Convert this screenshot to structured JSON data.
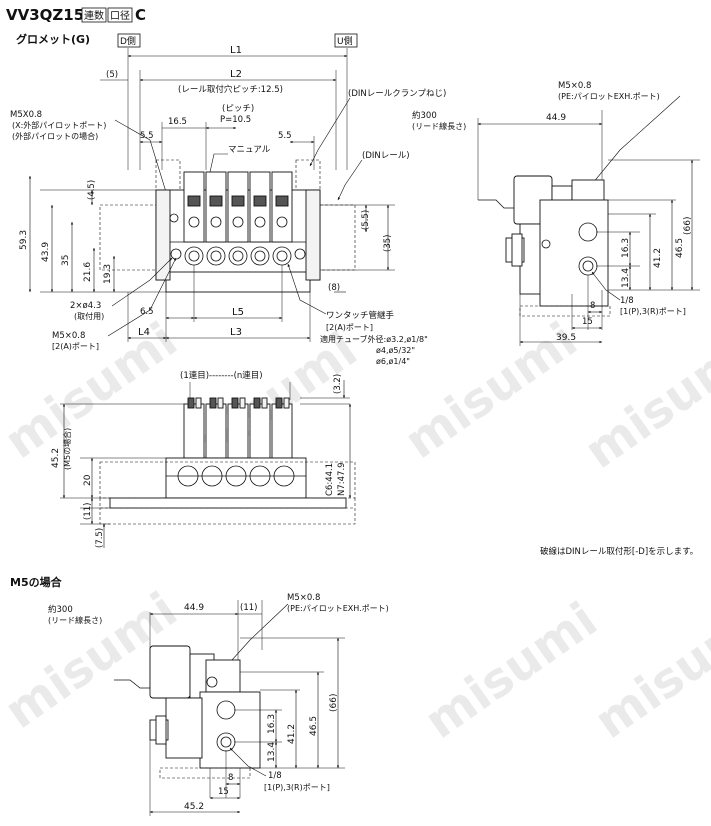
{
  "title": {
    "prefix": "VV3QZ15-",
    "box1": "連数",
    "box2": "口径",
    "suffix": "C"
  },
  "section1": {
    "label": "グロメット(G)",
    "d_side": "D側",
    "u_side": "U側"
  },
  "top_view": {
    "L1": "L1",
    "L2": "L2",
    "rail_pitch": "(レール取付穴ピッチ:12.5)",
    "five": "(5)",
    "m5_left": "M5X0.8",
    "m5_left_sub1": "(X:外部パイロットポート)",
    "m5_left_sub2": "(外部パイロットの場合)",
    "pitch": "(ピッチ)",
    "pitch_val": "P=10.5",
    "d16_5": "16.5",
    "d5_5_left": "5.5",
    "d5_5_right": "5.5",
    "manual": "マニュアル",
    "din_clamp": "(DINレールクランプねじ)",
    "din_rail": "(DINレール)",
    "d59_3": "59.3",
    "d43_9": "43.9",
    "d35": "35",
    "d4_5": "(4.5)",
    "d21_6": "21.6",
    "d19_3": "19.3",
    "d5_5v": "(5.5)",
    "d35v": "(35)",
    "d8": "(8)",
    "mount_holes": "2×ø4.3",
    "mount_holes_sub": "(取付用)",
    "m5_bottom": "M5×0.8",
    "m5_bottom_sub": "[2(A)ポート]",
    "d6_5": "6.5",
    "L5": "L5",
    "L4": "L4",
    "L3": "L3",
    "one_touch": "ワンタッチ管継手",
    "one_touch_sub1": "[2(A)ポート]",
    "one_touch_sub2": "適用チューブ外径:ø3.2,ø1/8\"",
    "one_touch_sub3": "ø4,ø5/32\"",
    "one_touch_sub4": "ø6,ø1/4\""
  },
  "side_view_right": {
    "m5": "M5×0.8",
    "m5_sub": "(PE:パイロットEXH.ポート)",
    "approx300": "約300",
    "lead_len": "(リード線長さ)",
    "d44_9": "44.9",
    "d66": "(66)",
    "d46_5": "46.5",
    "d41_2": "41.2",
    "d16_3": "16.3",
    "d13_4": "13.4",
    "d8": "8",
    "d15": "15",
    "d39_5": "39.5",
    "port18": "1/8",
    "port18_sub": "[1(P),3(R)ポート]"
  },
  "front_view": {
    "station_range": "(1連目)--------(n連目)",
    "d3_2": "(3.2)",
    "d45_2": "45.2",
    "d45_2_sub": "(M5の場合)",
    "d20": "20",
    "d11": "(11)",
    "d7_5": "(7.5)",
    "c6": "C6:44.1",
    "n7": "N7:47.9",
    "note": "破線はDINレール取付形[-D]を示します。"
  },
  "section2": {
    "label": "M5の場合",
    "approx300": "約300",
    "lead_len": "(リード線長さ)",
    "d44_9": "44.9",
    "d11": "(11)",
    "m5": "M5×0.8",
    "m5_sub": "(PE:パイロットEXH.ポート)",
    "d66": "(66)",
    "d46_5": "46.5",
    "d41_2": "41.2",
    "d16_3": "16.3",
    "d13_4": "13.4",
    "d8": "8",
    "d15": "15",
    "d45_2": "45.2",
    "port18": "1/8",
    "port18_sub": "[1(P),3(R)ポート]"
  },
  "watermark": "misumi"
}
